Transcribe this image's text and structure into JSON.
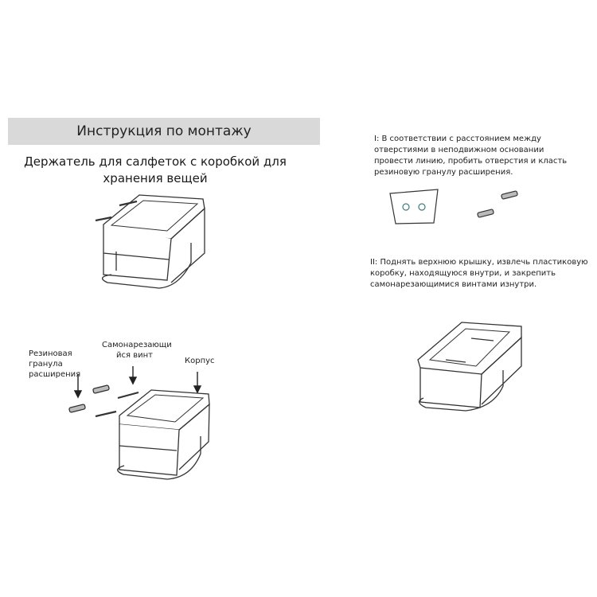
{
  "header": {
    "title": "Инструкция по монтажу",
    "subtitle": "Держатель для салфеток с коробкой для хранения вещей"
  },
  "labels": {
    "granule": "Резиновая гранула расширения",
    "screw": "Самонарезающи йся винт",
    "body": "Корпус"
  },
  "steps": [
    {
      "text": "I: В соответствии с расстоянием между отверстиями в неподвижном основании провести линию, пробить отверстия и класть резиновую гранулу расширения."
    },
    {
      "text": "II: Поднять верхнюю крышку, извлечь пластиковую коробку, находящуюся внутри, и закрепить самонарезающимися винтами изнутри."
    }
  ]
}
